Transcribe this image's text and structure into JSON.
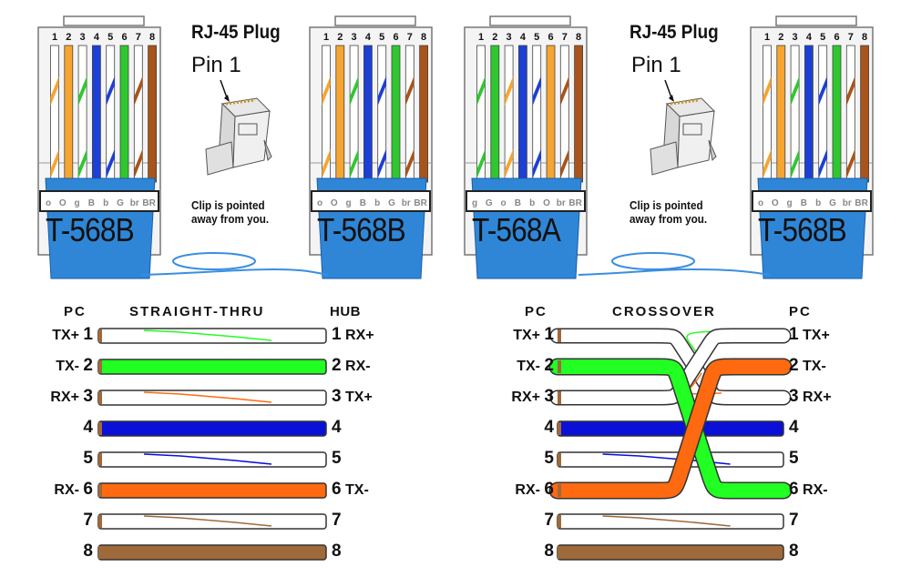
{
  "colors": {
    "white": "#ffffff",
    "orange": "#f6a531",
    "green": "#2ec82e",
    "blue": "#1c3fd6",
    "brown": "#a8541a",
    "boot_blue": "#2f86d6",
    "cable_blue": "#3a8ee0",
    "diagram_green": "#22ff22",
    "diagram_orange": "#ff6a10",
    "diagram_blue": "#0a10d8",
    "diagram_brown": "#a0693a"
  },
  "connectors": [
    {
      "standard": "T-568B",
      "pin_numbers": [
        "1",
        "2",
        "3",
        "4",
        "5",
        "6",
        "7",
        "8"
      ],
      "wire_codes": [
        "o",
        "O",
        "g",
        "B",
        "b",
        "G",
        "br",
        "BR"
      ],
      "wires": [
        {
          "base": "white",
          "stripe": "orange"
        },
        {
          "base": "orange",
          "stripe": null
        },
        {
          "base": "white",
          "stripe": "green"
        },
        {
          "base": "blue",
          "stripe": null
        },
        {
          "base": "white",
          "stripe": "blue"
        },
        {
          "base": "green",
          "stripe": null
        },
        {
          "base": "white",
          "stripe": "brown"
        },
        {
          "base": "brown",
          "stripe": null
        }
      ]
    },
    {
      "standard": "T-568B",
      "pin_numbers": [
        "1",
        "2",
        "3",
        "4",
        "5",
        "6",
        "7",
        "8"
      ],
      "wire_codes": [
        "o",
        "O",
        "g",
        "B",
        "b",
        "G",
        "br",
        "BR"
      ],
      "wires": [
        {
          "base": "white",
          "stripe": "orange"
        },
        {
          "base": "orange",
          "stripe": null
        },
        {
          "base": "white",
          "stripe": "green"
        },
        {
          "base": "blue",
          "stripe": null
        },
        {
          "base": "white",
          "stripe": "blue"
        },
        {
          "base": "green",
          "stripe": null
        },
        {
          "base": "white",
          "stripe": "brown"
        },
        {
          "base": "brown",
          "stripe": null
        }
      ]
    },
    {
      "standard": "T-568A",
      "pin_numbers": [
        "1",
        "2",
        "3",
        "4",
        "5",
        "6",
        "7",
        "8"
      ],
      "wire_codes": [
        "g",
        "G",
        "o",
        "B",
        "b",
        "O",
        "br",
        "BR"
      ],
      "wires": [
        {
          "base": "white",
          "stripe": "green"
        },
        {
          "base": "green",
          "stripe": null
        },
        {
          "base": "white",
          "stripe": "orange"
        },
        {
          "base": "blue",
          "stripe": null
        },
        {
          "base": "white",
          "stripe": "blue"
        },
        {
          "base": "orange",
          "stripe": null
        },
        {
          "base": "white",
          "stripe": "brown"
        },
        {
          "base": "brown",
          "stripe": null
        }
      ]
    },
    {
      "standard": "T-568B",
      "pin_numbers": [
        "1",
        "2",
        "3",
        "4",
        "5",
        "6",
        "7",
        "8"
      ],
      "wire_codes": [
        "o",
        "O",
        "g",
        "B",
        "b",
        "G",
        "br",
        "BR"
      ],
      "wires": [
        {
          "base": "white",
          "stripe": "orange"
        },
        {
          "base": "orange",
          "stripe": null
        },
        {
          "base": "white",
          "stripe": "green"
        },
        {
          "base": "blue",
          "stripe": null
        },
        {
          "base": "white",
          "stripe": "blue"
        },
        {
          "base": "green",
          "stripe": null
        },
        {
          "base": "white",
          "stripe": "brown"
        },
        {
          "base": "brown",
          "stripe": null
        }
      ]
    }
  ],
  "plug_info": [
    {
      "title": "RJ-45 Plug",
      "pin_label": "Pin 1",
      "note_line1": "Clip is pointed",
      "note_line2": "away from you."
    },
    {
      "title": "RJ-45 Plug",
      "pin_label": "Pin 1",
      "note_line1": "Clip is pointed",
      "note_line2": "away from you."
    }
  ],
  "straight_thru": {
    "title": "STRAIGHT-THRU",
    "left_header": "PC",
    "right_header": "HUB",
    "rows": [
      {
        "pin": "1",
        "left_signal": "TX+",
        "right_signal": "RX+",
        "color": "white",
        "stripe": "diagram_green"
      },
      {
        "pin": "2",
        "left_signal": "TX-",
        "right_signal": "RX-",
        "color": "diagram_green",
        "stripe": null
      },
      {
        "pin": "3",
        "left_signal": "RX+",
        "right_signal": "TX+",
        "color": "white",
        "stripe": "diagram_orange"
      },
      {
        "pin": "4",
        "left_signal": "",
        "right_signal": "",
        "color": "diagram_blue",
        "stripe": null
      },
      {
        "pin": "5",
        "left_signal": "",
        "right_signal": "",
        "color": "white",
        "stripe": "diagram_blue"
      },
      {
        "pin": "6",
        "left_signal": "RX-",
        "right_signal": "TX-",
        "color": "diagram_orange",
        "stripe": null
      },
      {
        "pin": "7",
        "left_signal": "",
        "right_signal": "",
        "color": "white",
        "stripe": "diagram_brown"
      },
      {
        "pin": "8",
        "left_signal": "",
        "right_signal": "",
        "color": "diagram_brown",
        "stripe": null
      }
    ]
  },
  "crossover": {
    "title": "CROSSOVER",
    "left_header": "PC",
    "right_header": "PC",
    "rows": [
      {
        "pin": "1",
        "left_signal": "TX+",
        "right_signal": "TX+"
      },
      {
        "pin": "2",
        "left_signal": "TX-",
        "right_signal": "TX-"
      },
      {
        "pin": "3",
        "left_signal": "RX+",
        "right_signal": "RX+"
      },
      {
        "pin": "4",
        "left_signal": "",
        "right_signal": ""
      },
      {
        "pin": "5",
        "left_signal": "",
        "right_signal": ""
      },
      {
        "pin": "6",
        "left_signal": "RX-",
        "right_signal": "RX-"
      },
      {
        "pin": "7",
        "left_signal": "",
        "right_signal": ""
      },
      {
        "pin": "8",
        "left_signal": "",
        "right_signal": ""
      }
    ],
    "mapping": [
      {
        "from": "1",
        "to": "3",
        "color": "white",
        "stripe": "diagram_green"
      },
      {
        "from": "2",
        "to": "6",
        "color": "diagram_green",
        "stripe": null
      },
      {
        "from": "3",
        "to": "1",
        "color": "white",
        "stripe": "diagram_orange"
      },
      {
        "from": "4",
        "to": "4",
        "color": "diagram_blue",
        "stripe": null
      },
      {
        "from": "5",
        "to": "5",
        "color": "white",
        "stripe": "diagram_blue"
      },
      {
        "from": "6",
        "to": "2",
        "color": "diagram_orange",
        "stripe": null
      },
      {
        "from": "7",
        "to": "7",
        "color": "white",
        "stripe": "diagram_brown"
      },
      {
        "from": "8",
        "to": "8",
        "color": "diagram_brown",
        "stripe": null
      }
    ]
  }
}
